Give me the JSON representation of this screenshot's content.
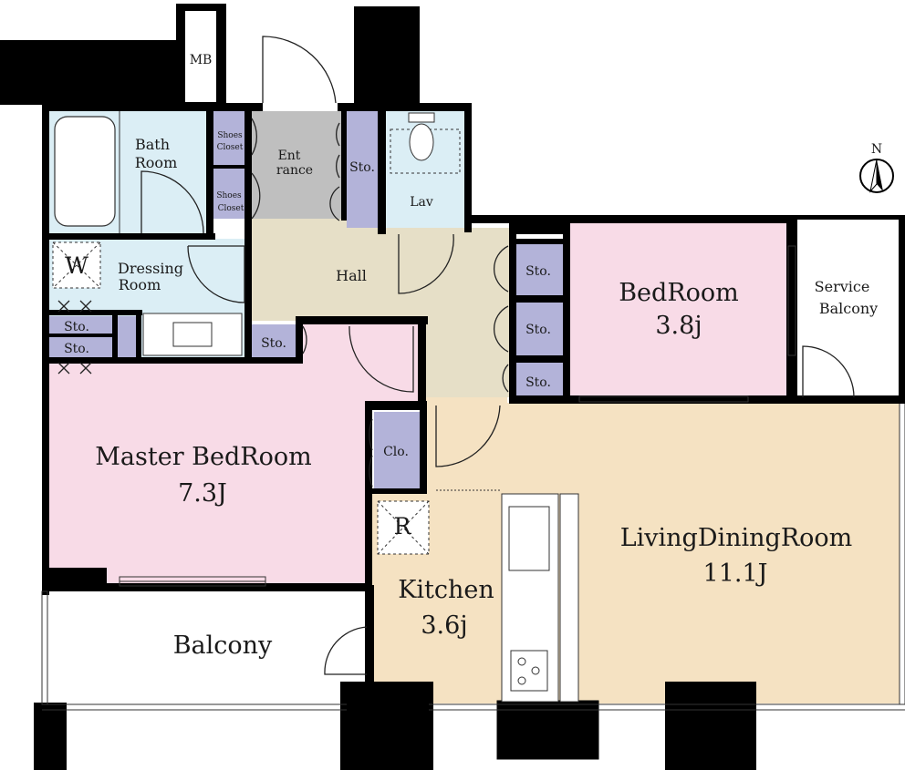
{
  "rooms": {
    "mb": "MB",
    "bath": [
      "Bath",
      "Room"
    ],
    "shoes1": [
      "Shoes",
      "Closet"
    ],
    "shoes2": [
      "Shoes",
      "Closet"
    ],
    "entrance": [
      "Ent",
      "rance"
    ],
    "sto_entrance": "Sto.",
    "lav": "Lav",
    "w": "W",
    "dressing": [
      "Dressing",
      "Room"
    ],
    "hall": "Hall",
    "sto_a": "Sto.",
    "sto_b": "Sto.",
    "sto_c": "Sto.",
    "sto_d": "Sto.",
    "sto_e": "Sto.",
    "sto_f": "Sto.",
    "bedroom": {
      "name": "BedRoom",
      "size": "3.8j"
    },
    "service_balcony": [
      "Service",
      "Balcony"
    ],
    "master": {
      "name": "Master BedRoom",
      "size": "7.3J"
    },
    "clo": "Clo.",
    "r": "R",
    "kitchen": {
      "name": "Kitchen",
      "size": "3.6j"
    },
    "living": {
      "name": "LivingDiningRoom",
      "size": "11.1J"
    },
    "balcony": "Balcony"
  },
  "compass": "N",
  "colors": {
    "bath": "#dbeef5",
    "pink": "#f8dbe7",
    "hall": "#e6dfc7",
    "kitchen": "#f5e2c2",
    "storage": "#b3b3d9",
    "entrance": "#bfbfbf",
    "wall": "#000000"
  }
}
